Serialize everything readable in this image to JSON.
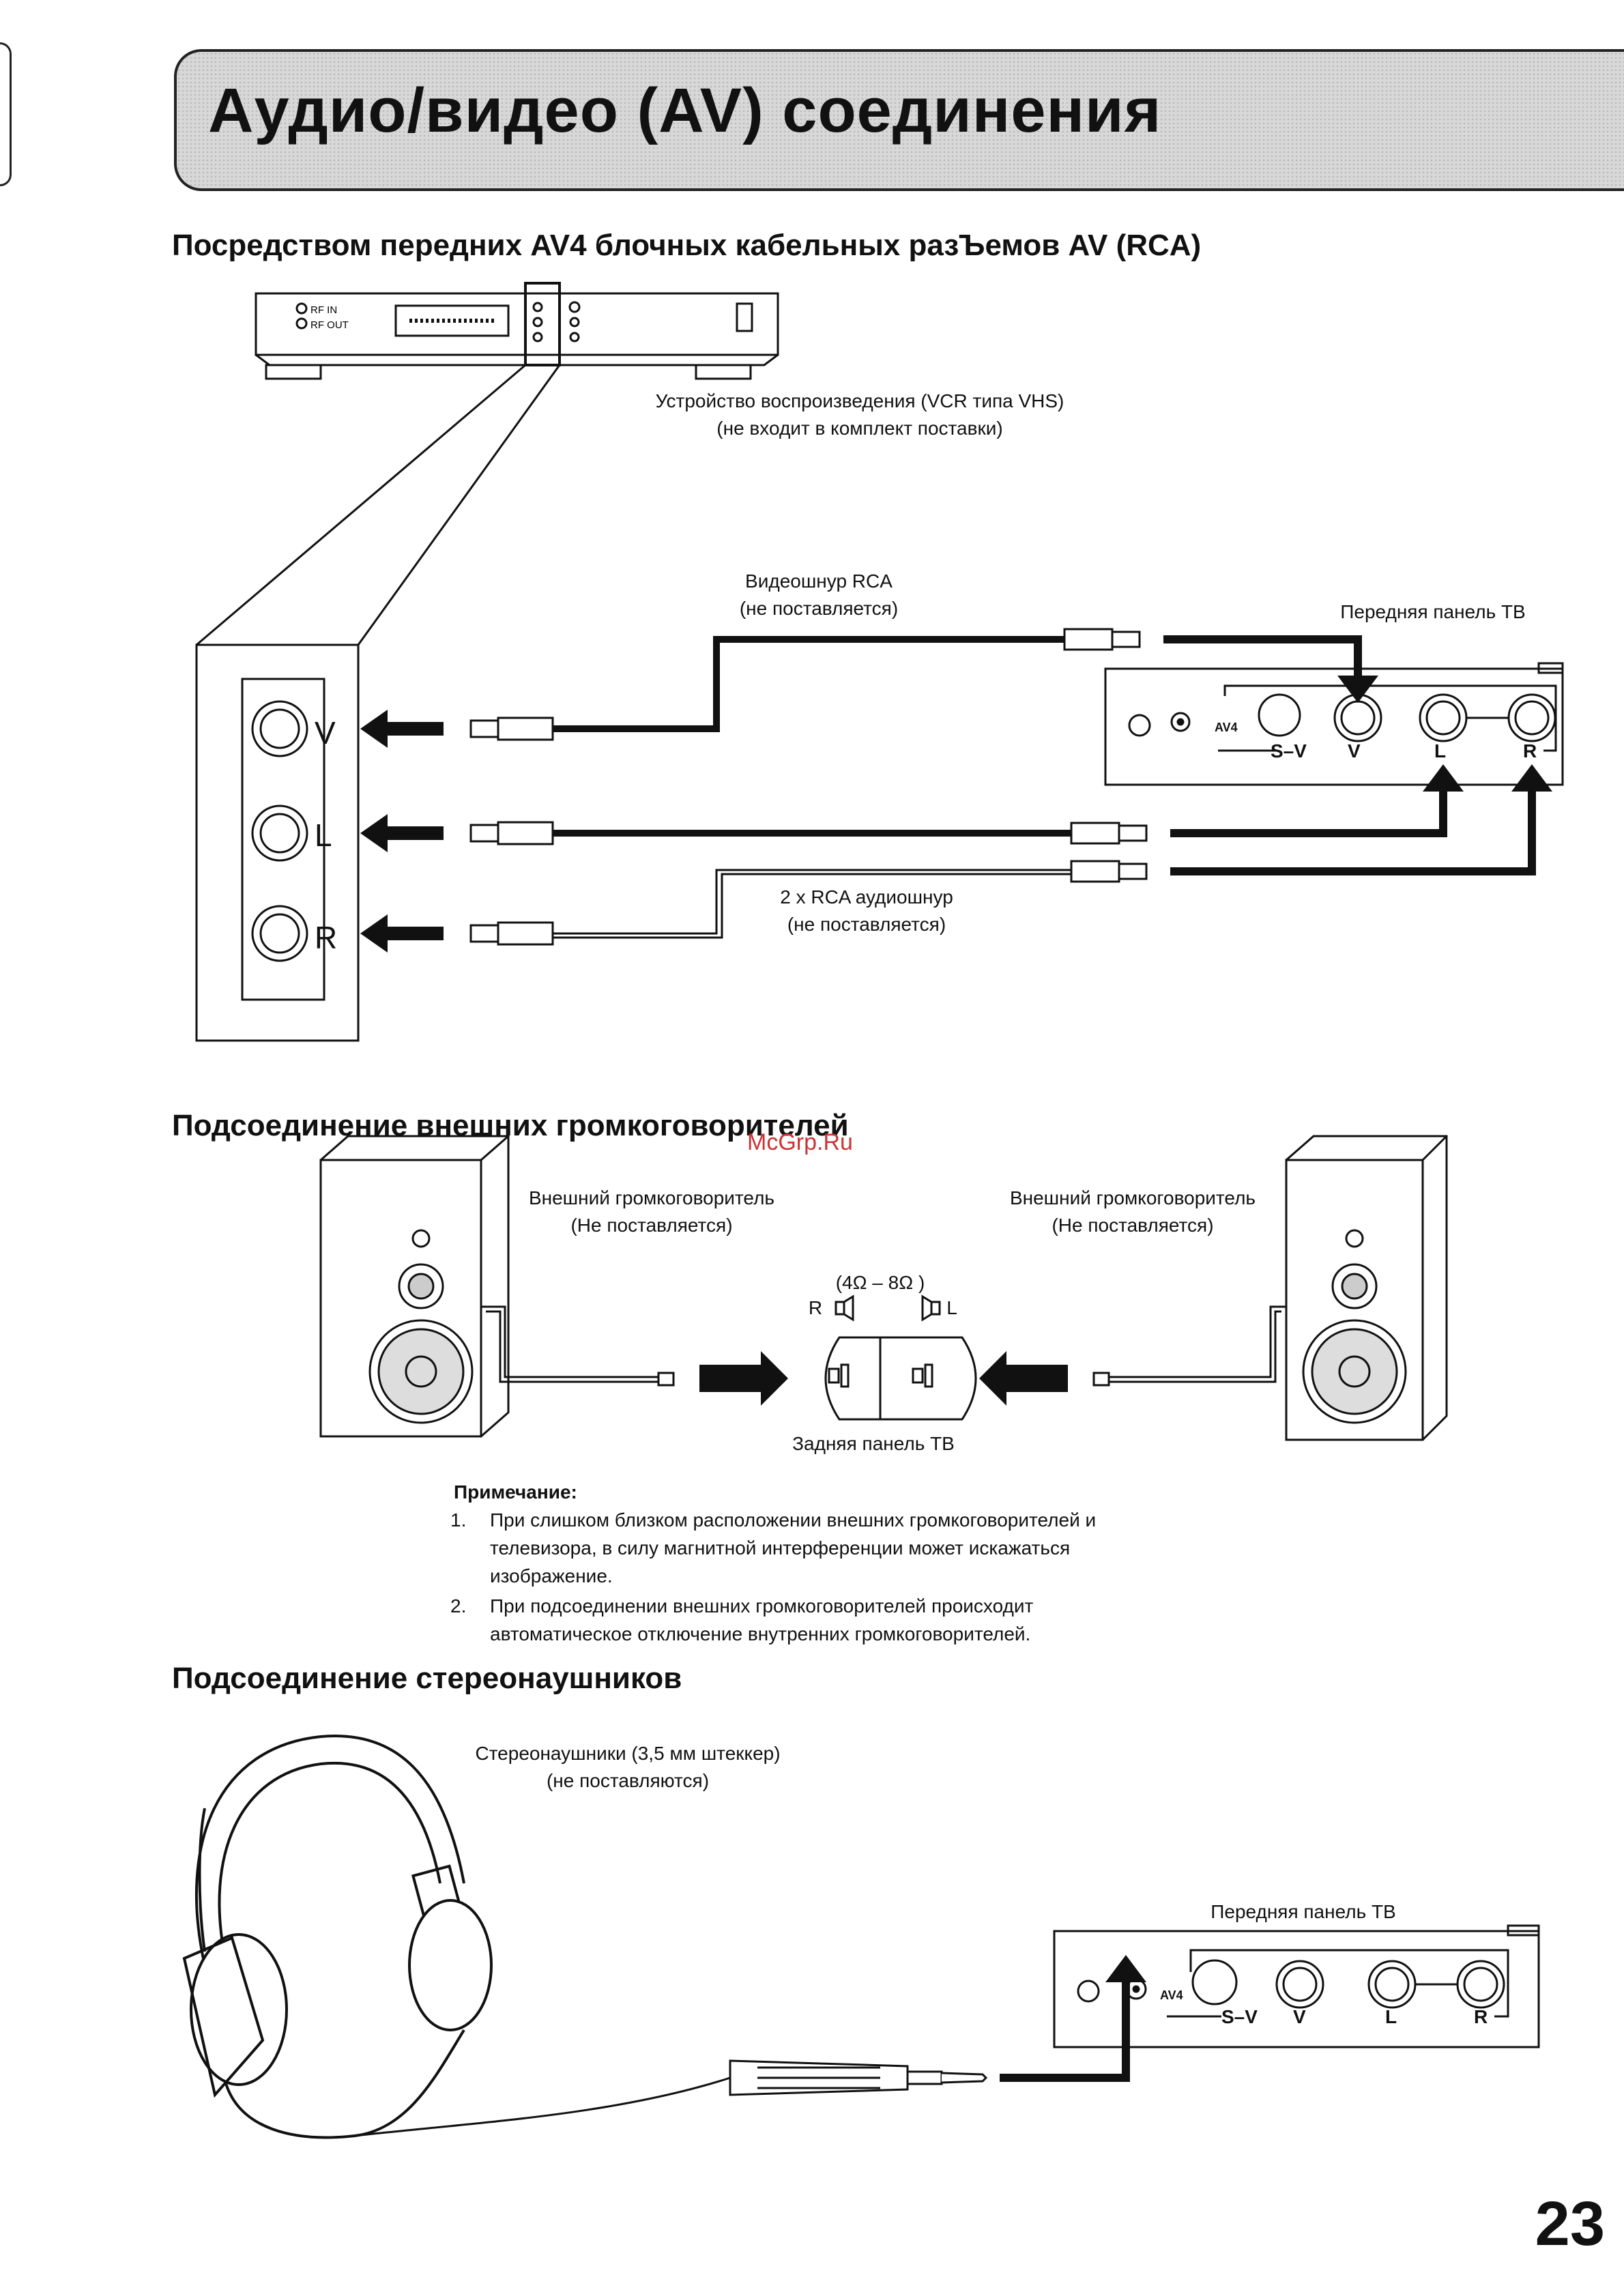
{
  "page": {
    "title": "Аудио/видео (AV) соединения",
    "page_number": "23",
    "watermark": "McGrp.Ru"
  },
  "section_av": {
    "heading": "Посредством передних AV4 блочных кабельных разЪемов AV (RCA)",
    "vcr_caption_1": "Устройство воспроизведения (VCR типа VHS)",
    "vcr_caption_2": "(не входит в комплект поставки)",
    "vcr_rf_in": "RF IN",
    "vcr_rf_out": "RF OUT",
    "video_cable_1": "Видеошнур RCA",
    "video_cable_2": "(не поставляется)",
    "tv_front_panel": "Передняя панель ТВ",
    "audio_cable_1": "2 x RCA аудиошнур",
    "audio_cable_2": "(не поставляется)",
    "jacks": [
      "V",
      "L",
      "R"
    ],
    "tv_labels": {
      "av4": "AV4",
      "sv": "S–V",
      "v": "V",
      "l": "L",
      "r": "R"
    }
  },
  "section_speakers": {
    "heading": "Подсоединение внешних громкоговорителей",
    "left_caption_1": "Внешний громкоговоритель",
    "left_caption_2": "(Не поставляется)",
    "right_caption_1": "Внешний громкоговоритель",
    "right_caption_2": "(Не поставляется)",
    "impedance": "(4Ω – 8Ω )",
    "r_label": "R",
    "l_label": "L",
    "rear_panel": "Задняя панель ТВ"
  },
  "note": {
    "heading": "Примечание:",
    "items": [
      {
        "num": "1.",
        "lines": [
          "При слишком близком расположении внешних громкоговорителей и",
          "телевизора, в силу магнитной интерференции может искажаться",
          "изображение."
        ]
      },
      {
        "num": "2.",
        "lines": [
          "При подсоединении внешних громкоговорителей происходит",
          "автоматическое отключение внутренних громкоговорителей."
        ]
      }
    ]
  },
  "section_headphones": {
    "heading": "Подсоединение стереонаушников",
    "caption_1": "Стереонаушники (3,5 мм штеккер)",
    "caption_2": "(не поставляются)",
    "tv_front_panel": "Передняя панель ТВ"
  }
}
